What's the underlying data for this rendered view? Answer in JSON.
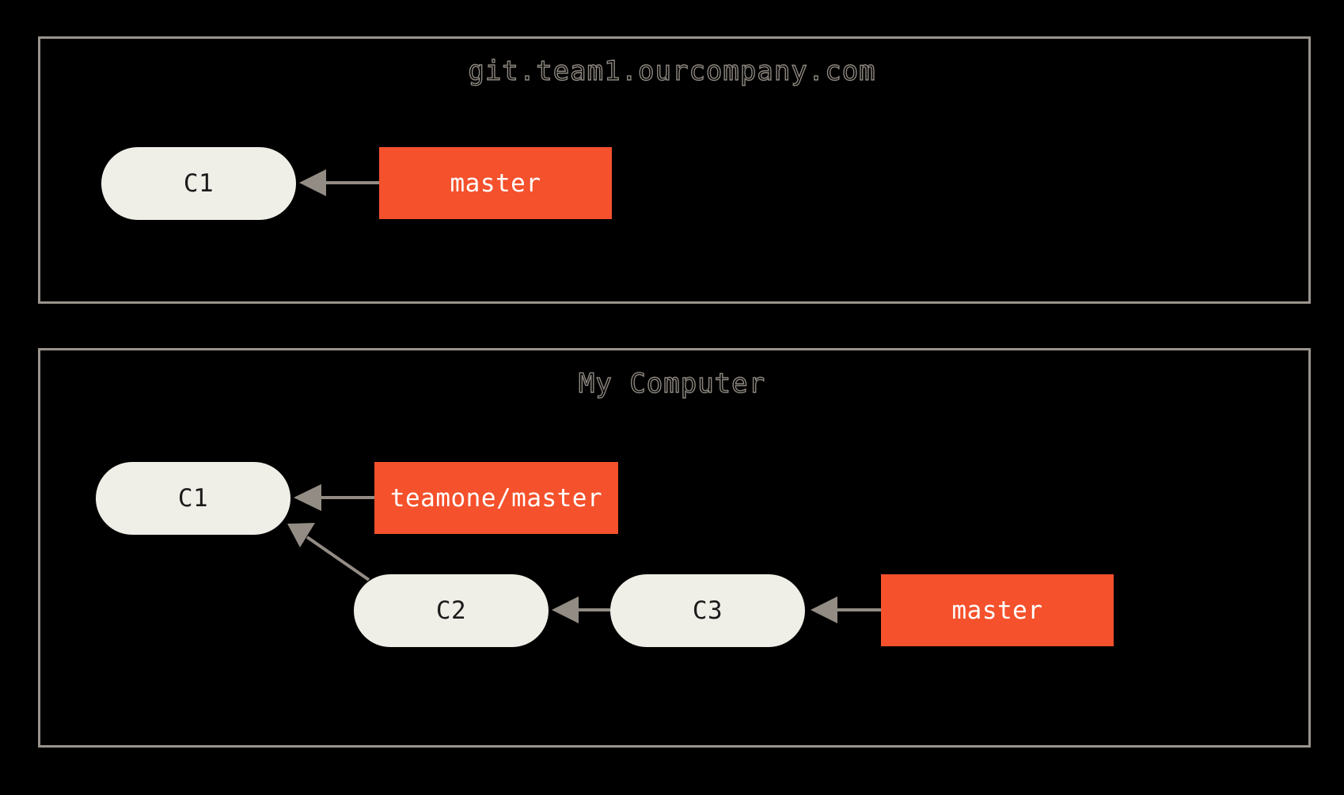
{
  "diagram": {
    "title": "Git remote-tracking branches diagram",
    "background_color": "#000000",
    "accent_color": "#f4512c",
    "commit_color": "#efeee7",
    "arrow_color": "#938c84",
    "panel_border_color": "#9a938c"
  },
  "panels": [
    {
      "id": "server",
      "title": "git.team1.ourcompany.com",
      "commits": [
        {
          "id": "c1-server",
          "label": "C1"
        }
      ],
      "branches": [
        {
          "id": "master-server",
          "label": "master",
          "points_to": "C1"
        }
      ],
      "edges": [
        {
          "from": "master",
          "to": "C1",
          "kind": "branch-pointer"
        }
      ]
    },
    {
      "id": "local",
      "title": "My Computer",
      "commits": [
        {
          "id": "c1-local",
          "label": "C1"
        },
        {
          "id": "c2-local",
          "label": "C2"
        },
        {
          "id": "c3-local",
          "label": "C3"
        }
      ],
      "branches": [
        {
          "id": "teamone-master",
          "label": "teamone/master",
          "points_to": "C1"
        },
        {
          "id": "master-local",
          "label": "master",
          "points_to": "C3"
        }
      ],
      "edges": [
        {
          "from": "teamone/master",
          "to": "C1",
          "kind": "branch-pointer"
        },
        {
          "from": "C2",
          "to": "C1",
          "kind": "parent"
        },
        {
          "from": "C3",
          "to": "C2",
          "kind": "parent"
        },
        {
          "from": "master",
          "to": "C3",
          "kind": "branch-pointer"
        }
      ]
    }
  ]
}
